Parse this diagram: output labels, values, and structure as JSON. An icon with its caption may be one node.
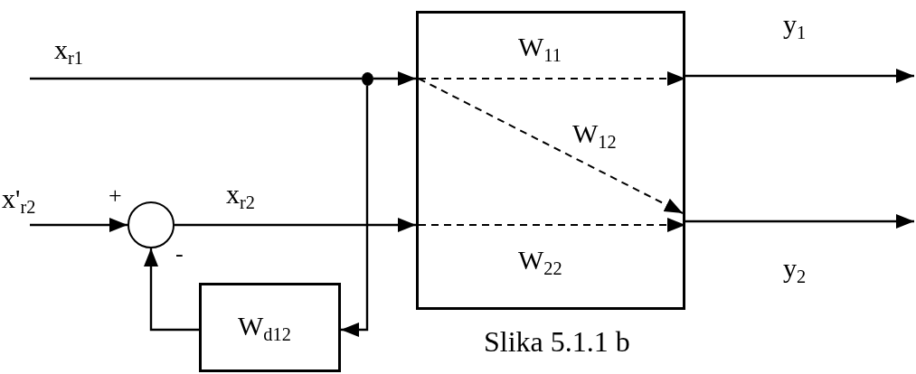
{
  "diagram": {
    "caption": "Slika 5.1.1 b",
    "nodes": [
      {
        "text": [
          "W$_{11}$",
          "W$_{12}$",
          "W$_{22}$"
        ]
      },
      {
        "text": [],
        "shape": "dot"
      },
      {
        "text": [],
        "shape": "circle"
      },
      {
        "text": [
          "W$_{d12}$"
        ]
      }
    ],
    "edges": [
      {
        "from": null,
        "to": 1,
        "arrow": "none",
        "label": "x$_{r1}$"
      },
      {
        "from": 1,
        "to": 0,
        "arrow": "to"
      },
      {
        "from": 1,
        "to": 3,
        "arrow": "to"
      },
      {
        "from": null,
        "to": 2,
        "arrow": "to",
        "label": "x'$_{r2}$"
      },
      {
        "from": 2,
        "to": 0,
        "arrow": "to",
        "label": "x$_{r2}$"
      },
      {
        "from": 3,
        "to": 2,
        "arrow": "to"
      },
      {
        "from": 0,
        "to": null,
        "arrow": "to",
        "label": "y$_{1}$"
      },
      {
        "from": 0,
        "to": null,
        "arrow": "to",
        "label": "y$_{2}$"
      }
    ],
    "labels": [
      "+",
      "-"
    ]
  }
}
